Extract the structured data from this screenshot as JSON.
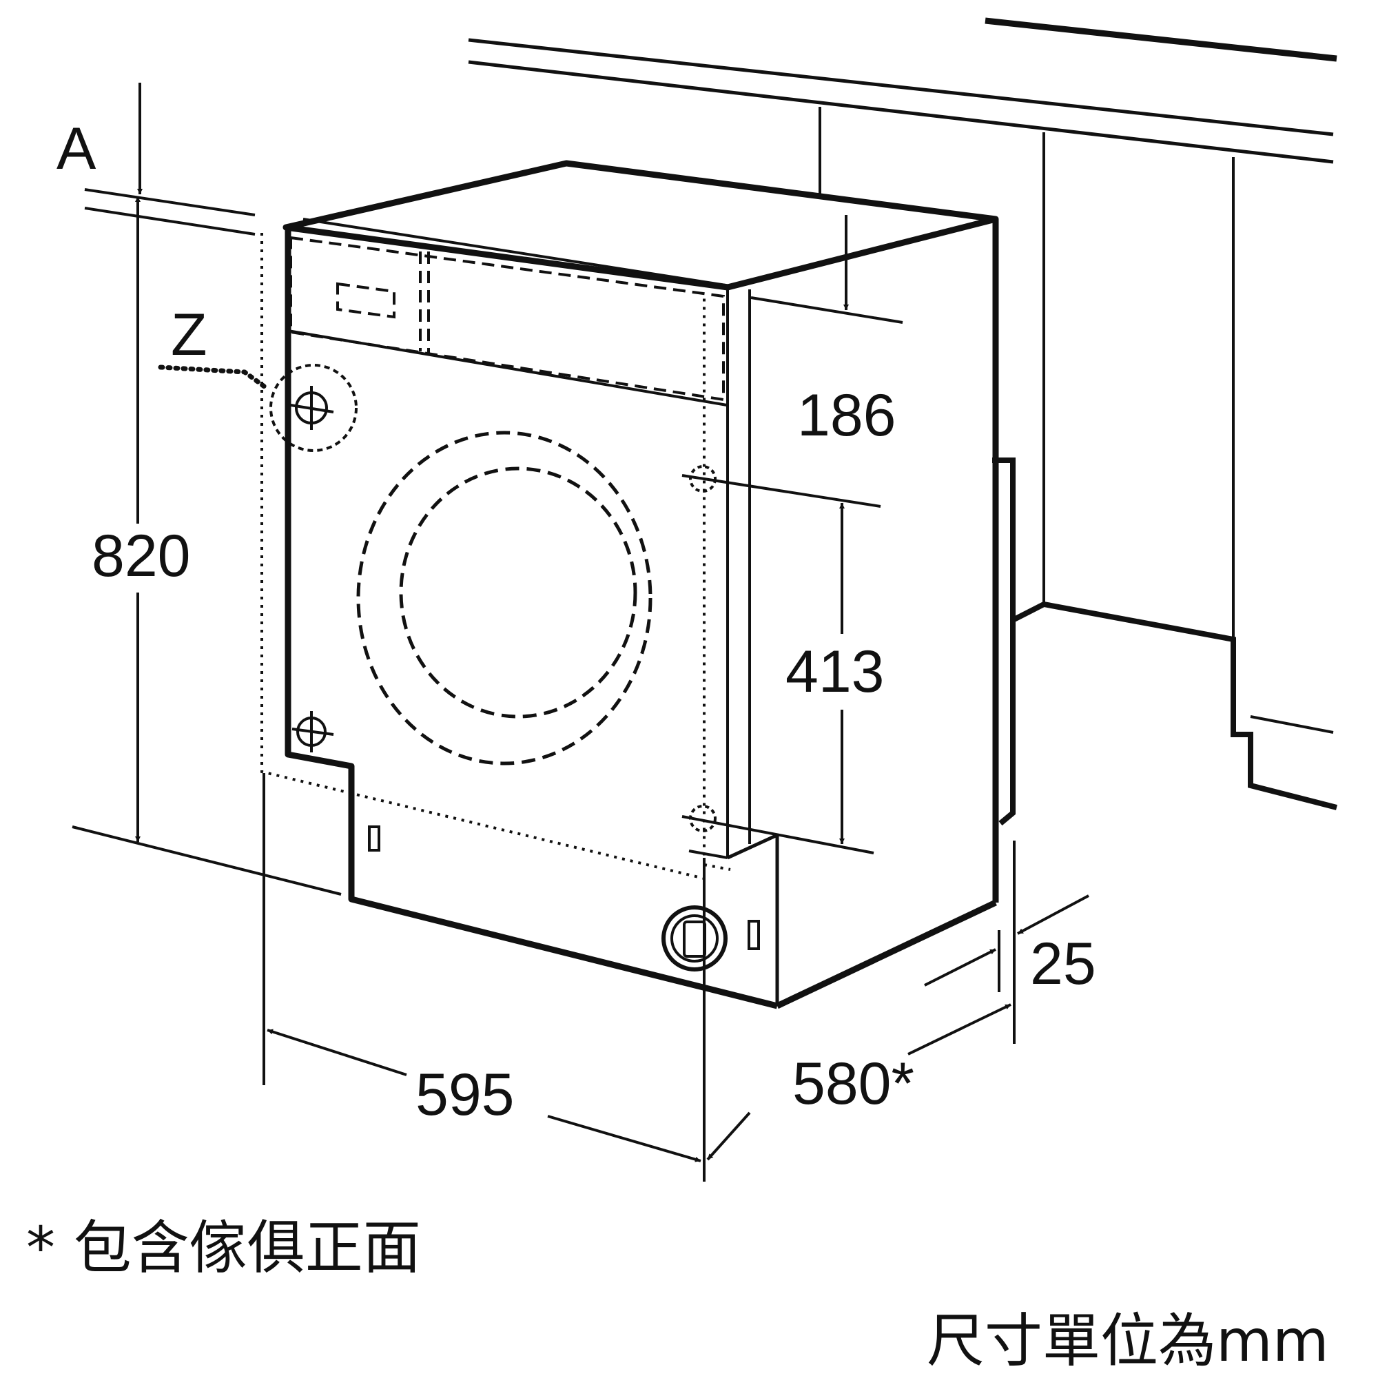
{
  "diagram": {
    "labels": {
      "A": "A",
      "Z": "Z"
    },
    "dimensions": {
      "height": "820",
      "top_panel": "186",
      "door_spacing": "413",
      "width": "595",
      "depth": "580*",
      "offset": "25"
    },
    "notes": {
      "footnote": "* 包含傢俱正面",
      "units": "尺寸單位為mm"
    }
  }
}
